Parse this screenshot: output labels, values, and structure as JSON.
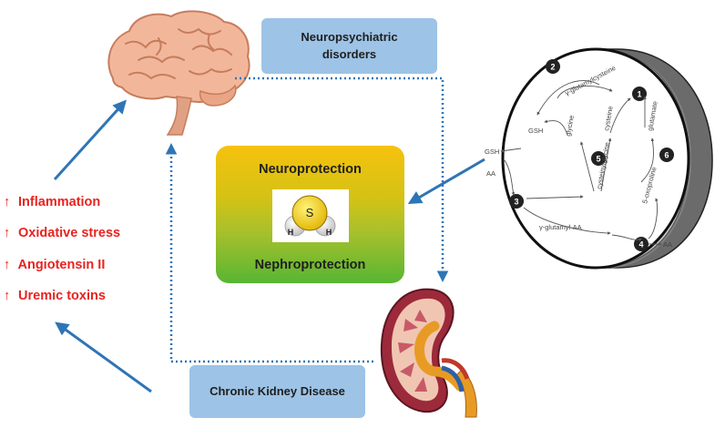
{
  "header_box": {
    "text_line1": "Neuropsychiatric",
    "text_line2": "disorders"
  },
  "footer_box": {
    "text": "Chronic Kidney Disease"
  },
  "center": {
    "top_label": "Neuroprotection",
    "bottom_label": "Nephroprotection",
    "molecule": {
      "center_atom": "S",
      "left_atom": "H",
      "right_atom": "H"
    }
  },
  "risk_factors": [
    {
      "arrow": "↑",
      "label": "Inflammation"
    },
    {
      "arrow": "↑",
      "label": "Oxidative stress"
    },
    {
      "arrow": "↑",
      "label": "Angiotensin II"
    },
    {
      "arrow": "↑",
      "label": "Uremic toxins"
    }
  ],
  "cycle": {
    "steps": [
      "1",
      "2",
      "3",
      "4",
      "5",
      "6"
    ],
    "labels": {
      "glutamylcysteine": "γ-glutamylcysteine",
      "gsh_inner": "GSH",
      "glycine": "glycine",
      "cysteine": "cysteine",
      "glutamate": "glutamate",
      "gsh_outer": "GSH",
      "aa_outer": "AA",
      "cysteinylglycine": "cysteinylglycine",
      "oxoproline": "5-oxoproline",
      "glutamyl_aa": "γ-glutamyl-AA",
      "aa_inner": "AA"
    }
  },
  "colors": {
    "blue_box": "#9dc3e6",
    "arrow_blue": "#2e75b6",
    "risk_red": "#e8231f",
    "gradient_top": "#f6c20e",
    "gradient_bottom": "#58b533"
  }
}
